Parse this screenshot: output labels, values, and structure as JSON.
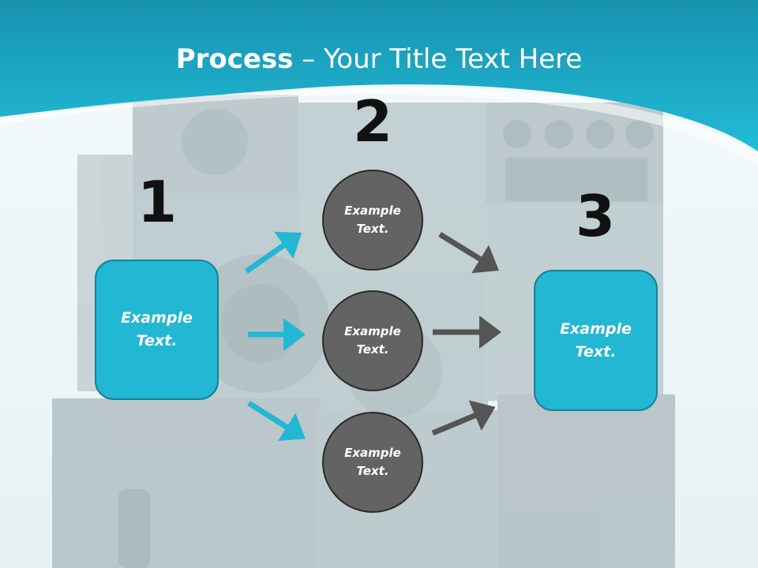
{
  "title": {
    "bold": "Process",
    "rest": " – Your Title Text Here"
  },
  "steps": {
    "one": "1",
    "two": "2",
    "three": "3"
  },
  "nodes": {
    "left": {
      "line1": "Example",
      "line2": "Text."
    },
    "top": {
      "line1": "Example",
      "line2": "Text."
    },
    "middle": {
      "line1": "Example",
      "line2": "Text."
    },
    "bottom": {
      "line1": "Example",
      "line2": "Text."
    },
    "right": {
      "line1": "Example",
      "line2": "Text."
    }
  },
  "colors": {
    "accent": "#22b7d3",
    "banner": "#1a9fbd",
    "circle": "#636363",
    "gray_arrow": "#555555",
    "number": "#111111"
  }
}
